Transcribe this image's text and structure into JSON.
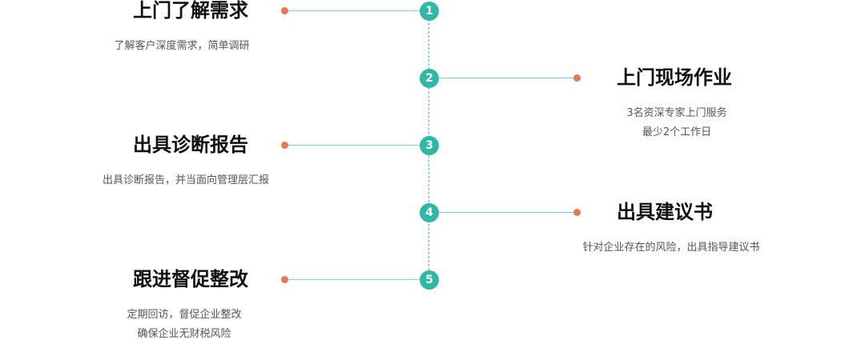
{
  "steps": [
    {
      "number": "1",
      "title": "上门了解需求",
      "lines": [
        "了解客户深度需求，简单调研"
      ]
    },
    {
      "number": "2",
      "title": "上门现场作业",
      "lines": [
        "3名资深专家上门服务",
        "最少2个工作日"
      ]
    },
    {
      "number": "3",
      "title": "出具诊断报告",
      "lines": [
        "出具诊断报告，并当面向管理层汇报"
      ]
    },
    {
      "number": "4",
      "title": "出具建议书",
      "lines": [
        "针对企业存在的风险，出具指导建议书"
      ]
    },
    {
      "number": "5",
      "title": "跟进督促整改",
      "lines": [
        "定期回访，督促企业整改",
        "确保企业无财税风险"
      ]
    }
  ],
  "colors": {
    "node": "#2fb8a5",
    "spine": "#3dbfae",
    "connector": "#7fd3c8",
    "dot": "#e8774f"
  }
}
